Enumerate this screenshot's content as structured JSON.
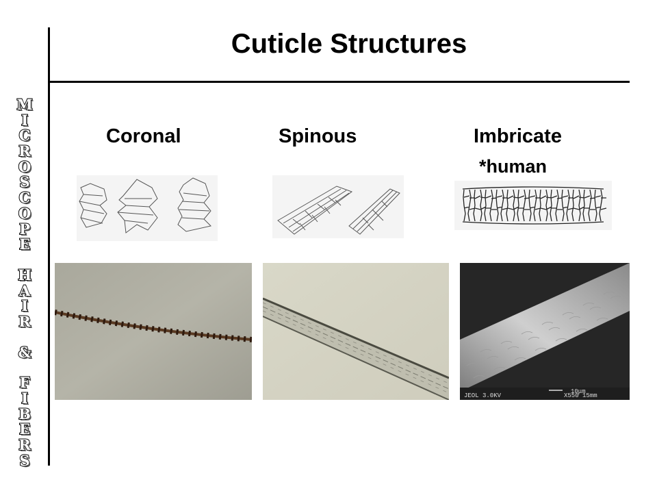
{
  "slide": {
    "title": "Cuticle Structures",
    "side_banner": "MICROSCOPE HAIR & FIBERS"
  },
  "types": [
    {
      "label": "Coronal"
    },
    {
      "label": "Spinous"
    },
    {
      "label": "Imbricate",
      "note": "*human"
    }
  ],
  "sem_caption": "JEOL 3.0KV",
  "sem_scale": "10μm",
  "sem_mag": "X550 15mm",
  "colors": {
    "text": "#000000",
    "background": "#ffffff"
  }
}
